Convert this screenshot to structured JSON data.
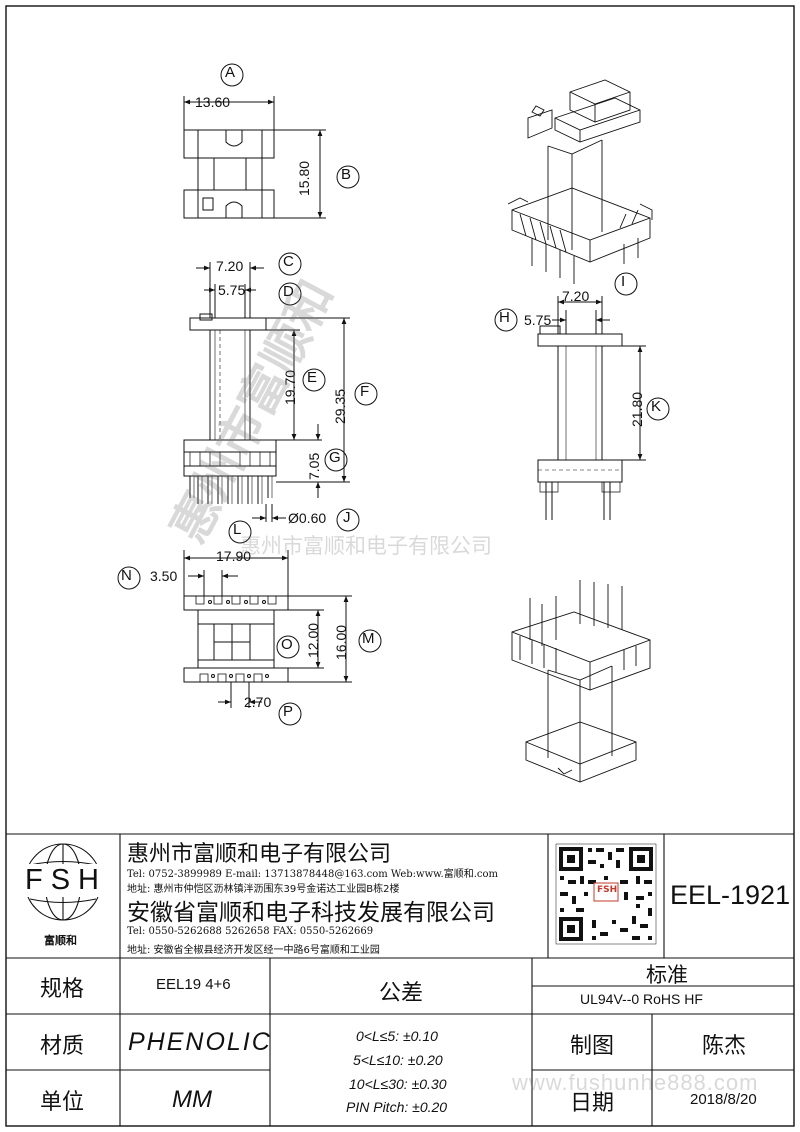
{
  "drawing": {
    "labels": {
      "A": "A",
      "B": "B",
      "C": "C",
      "D": "D",
      "E": "E",
      "F": "F",
      "G": "G",
      "H": "H",
      "I": "I",
      "J": "J",
      "K": "K",
      "L": "L",
      "M": "M",
      "N": "N",
      "O": "O",
      "P": "P"
    },
    "dims": {
      "A": "13.60",
      "B": "15.80",
      "C": "7.20",
      "D": "5.75",
      "E": "19.70",
      "F": "29.35",
      "G": "7.05",
      "J": "Ø0.60",
      "H": "5.75",
      "I": "7.20",
      "K": "21.80",
      "L": "17.90",
      "N": "3.50",
      "O": "12.00",
      "M": "16.00",
      "P": "2.70"
    }
  },
  "watermarks": {
    "diagonal": "惠州市富顺和",
    "center": "惠州市富顺和电子有限公司",
    "bottom": "www.fushunhe888.com"
  },
  "title_block": {
    "logo": {
      "letters": "FSH",
      "caption": "富顺和"
    },
    "company1": {
      "name": "惠州市富顺和电子有限公司",
      "contact": "Tel:  0752-3899989  E-mail: 13713878448@163.com  Web:www.富顺和.com",
      "address": "地址: 惠州市仲恺区沥林镇泮沥围东39号金诺达工业园B栋2楼"
    },
    "company2": {
      "name": "安徽省富顺和电子科技发展有限公司",
      "contact": "Tel:  0550-5262688  5262658    FAX: 0550-5262669",
      "address": "地址: 安徽省全椒县经济开发区经一中路6号富顺和工业园"
    },
    "qr_icon_label": "FSH",
    "part_number": "EEL-1921",
    "spec": {
      "label": "规格",
      "value": "EEL19 4+6"
    },
    "material": {
      "label": "材质",
      "value": "PHENOLIC"
    },
    "unit": {
      "label": "单位",
      "value": "MM"
    },
    "tolerance": {
      "label": "公差",
      "lines": [
        "0<L≤5: ±0.10",
        "5<L≤10: ±0.20",
        "10<L≤30: ±0.30",
        "PIN Pitch: ±0.20"
      ]
    },
    "standard": {
      "label": "标准",
      "value": "UL94V--0  RoHS HF"
    },
    "drawn": {
      "label": "制图",
      "value": "陈杰"
    },
    "date": {
      "label": "日期",
      "value": "2018/8/20"
    }
  }
}
